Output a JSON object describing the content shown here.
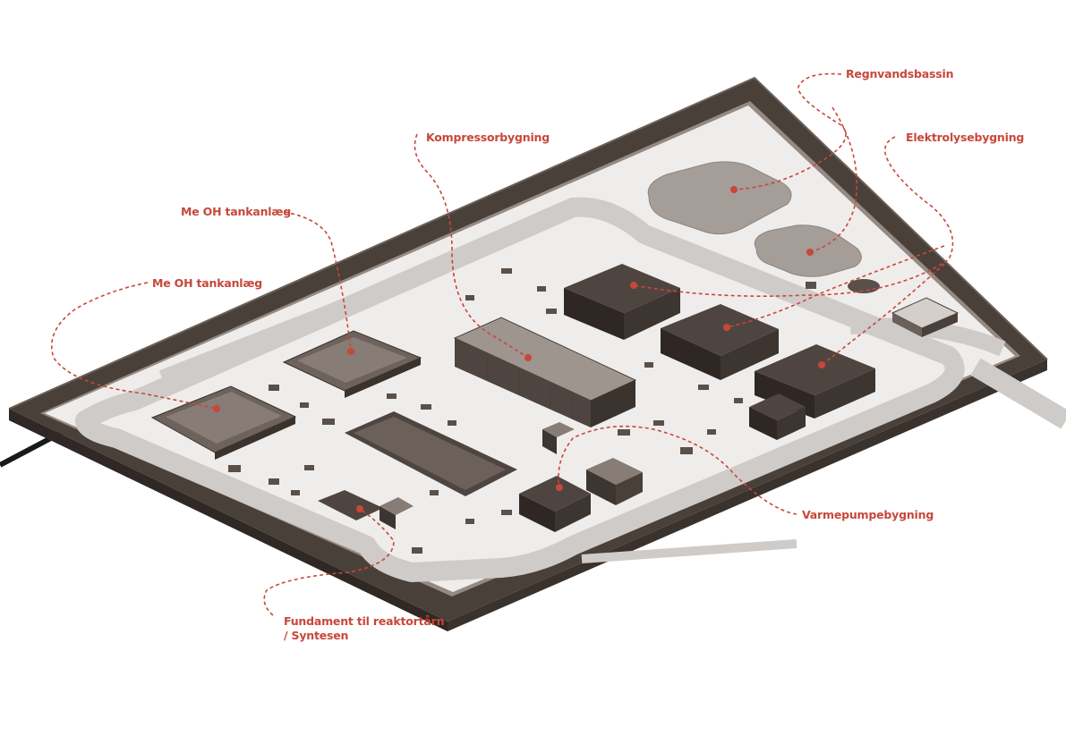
{
  "colors": {
    "label": "#c8473b",
    "wall": "#4a403a",
    "wall_inner": "#958a83",
    "ground": "#f1efed",
    "road": "#cfcbc8",
    "building": "#5a504a",
    "basin": "#a49d98"
  },
  "labels": [
    {
      "id": "regnvandsbassin",
      "text": "Regnvandsbassin"
    },
    {
      "id": "kompressorbygning",
      "text": "Kompressorbygning"
    },
    {
      "id": "elektrolysebygning",
      "text": "Elektrolysebygning"
    },
    {
      "id": "meoh-tank-1",
      "text": "Me OH tankanlæg"
    },
    {
      "id": "meoh-tank-2",
      "text": "Me OH tankanlæg"
    },
    {
      "id": "varmepumpebygning",
      "text": "Varmepumpebygning"
    },
    {
      "id": "fundament",
      "text": "Fundament til reaktortårn"
    },
    {
      "id": "fundament-2",
      "text": "/ Syntesen"
    }
  ]
}
